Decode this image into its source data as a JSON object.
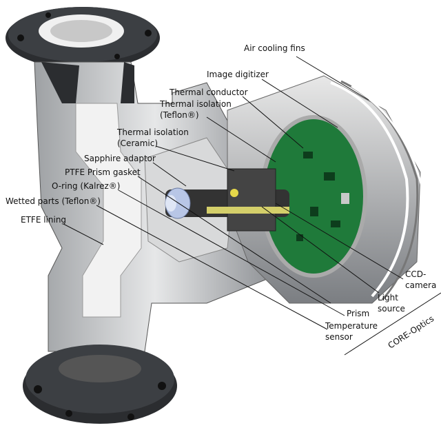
{
  "labels": {
    "air_cooling_fins": "Air cooling fins",
    "image_digitizer": "Image digitizer",
    "thermal_conductor": "Thermal conductor",
    "thermal_isolation_teflon_1": "Thermal isolation",
    "thermal_isolation_teflon_2": "(Teflon®)",
    "thermal_isolation_ceramic_1": "Thermal isolation",
    "thermal_isolation_ceramic_2": "(Ceramic)",
    "sapphire_adaptor": "Sapphire adaptor",
    "ptfe_prism_gasket": "PTFE Prism gasket",
    "o_ring": "O-ring (Kalrez®)",
    "wetted_parts": "Wetted parts (Teflon®)",
    "etfe_lining": "ETFE lining",
    "ccd_camera_1": "CCD-",
    "ccd_camera_2": "camera",
    "light_source_1": "Light",
    "light_source_2": "source",
    "prism": "Prism",
    "temperature_sensor_1": "Temperature",
    "temperature_sensor_2": "sensor",
    "core_optics": "CORE-Optics"
  },
  "colors": {
    "flange": "#2b2d30",
    "body": "#c9cbcd",
    "pcb": "#1f7a3a",
    "lining": "#f2f2f2"
  }
}
